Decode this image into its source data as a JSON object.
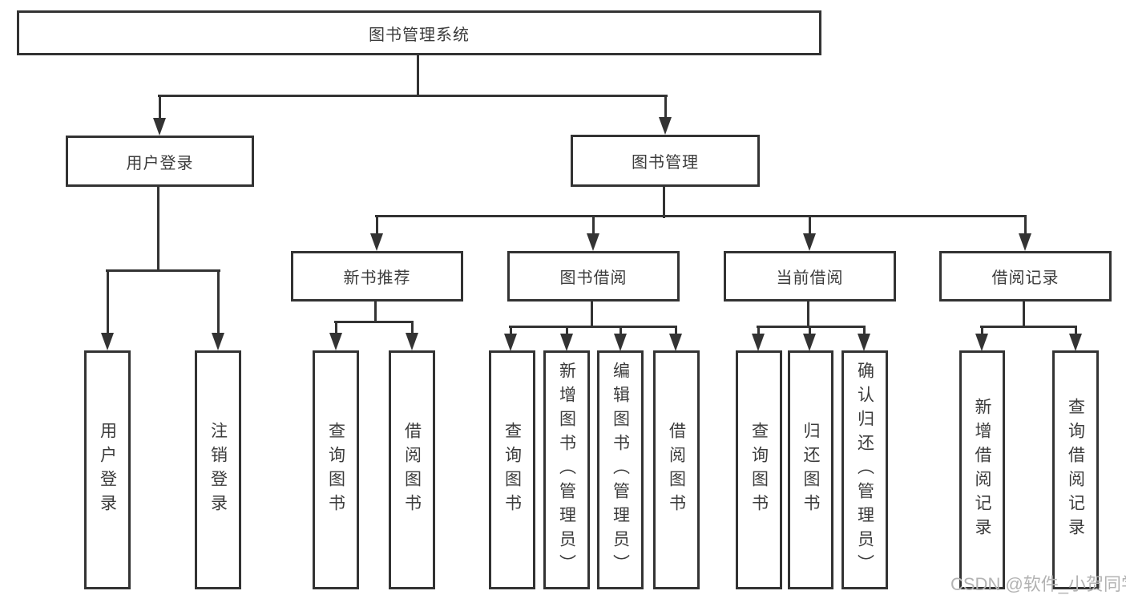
{
  "tree": {
    "label": "图书管理系统",
    "children": [
      {
        "label": "用户登录",
        "children": [
          {
            "label": "用户登录"
          },
          {
            "label": "注销登录"
          }
        ]
      },
      {
        "label": "图书管理",
        "children": [
          {
            "label": "新书推荐",
            "children": [
              {
                "label": "查询图书"
              },
              {
                "label": "借阅图书"
              }
            ]
          },
          {
            "label": "图书借阅",
            "children": [
              {
                "label": "查询图书"
              },
              {
                "label": "新增图书（管理员）"
              },
              {
                "label": "编辑图书（管理员）"
              },
              {
                "label": "借阅图书"
              }
            ]
          },
          {
            "label": "当前借阅",
            "children": [
              {
                "label": "查询图书"
              },
              {
                "label": "归还图书"
              },
              {
                "label": "确认归还（管理员）"
              }
            ]
          },
          {
            "label": "借阅记录",
            "children": [
              {
                "label": "新增借阅记录"
              },
              {
                "label": "查询借阅记录"
              }
            ]
          }
        ]
      }
    ]
  },
  "watermark": "CSDN @软件_小贺同学",
  "colors": {
    "line": "#333333",
    "text": "#3c3c3c",
    "watermark": "#b3b3b3",
    "background": "#ffffff"
  }
}
